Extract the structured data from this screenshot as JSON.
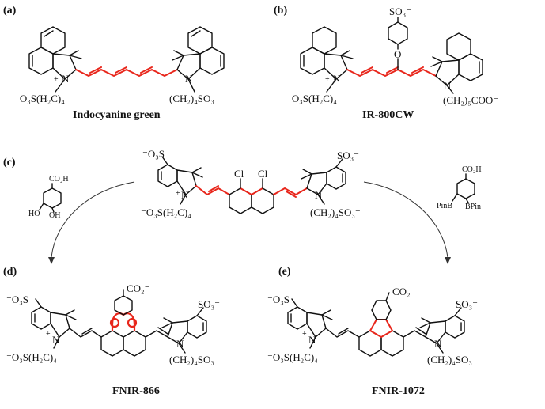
{
  "panels": [
    {
      "label": "(a)",
      "name": "Indocyanine green",
      "groups": [
        "⁻O₃S(H₂C)₄",
        "(CH₂)₄SO₃⁻",
        "N",
        "N",
        "+"
      ]
    },
    {
      "label": "(b)",
      "name": "IR-800CW",
      "groups": [
        "SO₃⁻",
        "O",
        "⁻O₃S(H₂C)₄",
        "(CH₂)₅COO⁻",
        "N",
        "N",
        "+"
      ]
    },
    {
      "label": "(c)",
      "name": "",
      "groups": [
        "⁻O₃S",
        "SO₃⁻",
        "Cl",
        "Cl",
        "⁻O₃S(H₂C)₄",
        "(CH₂)₄SO₃⁻",
        "N",
        "N",
        "+"
      ]
    },
    {
      "label": "(d)",
      "name": "FNIR-866",
      "groups": [
        "CO₂⁻",
        "⁻O₃S",
        "SO₃⁻",
        "⁻O₃S(H₂C)₄",
        "(CH₂)₄SO₃⁻",
        "N",
        "N",
        "+"
      ]
    },
    {
      "label": "(e)",
      "name": "FNIR-1072",
      "groups": [
        "CO₂⁻",
        "⁻O₃S",
        "SO₃⁻",
        "⁻O₃S(H₂C)₄",
        "(CH₂)₄SO₃⁻",
        "N",
        "N",
        "+"
      ]
    }
  ],
  "reagents": {
    "left": [
      "CO₂H",
      "HO",
      "OH"
    ],
    "right": [
      "CO₂H",
      "PinB",
      "BPin"
    ]
  },
  "colors": {
    "highlight": "#e8261b",
    "ink": "#111111"
  }
}
